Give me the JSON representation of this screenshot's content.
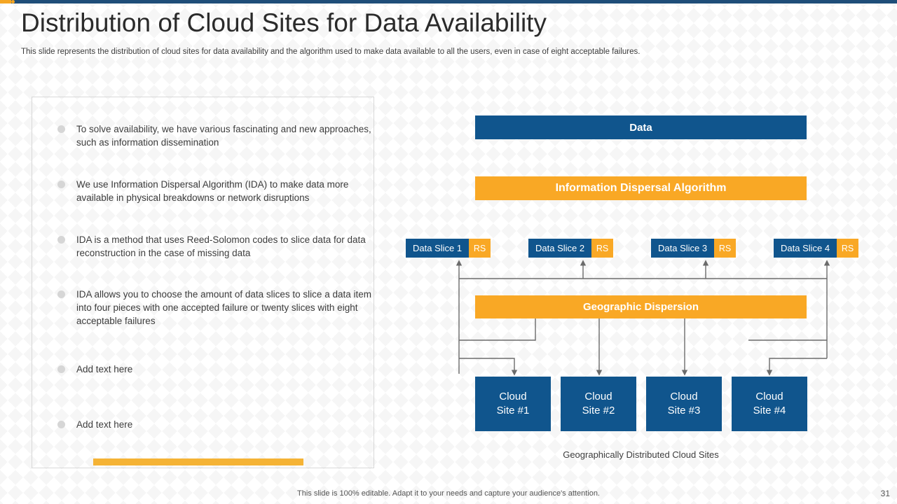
{
  "slide": {
    "title": "Distribution of Cloud Sites for Data Availability",
    "subtitle": "This slide represents the distribution of cloud sites for data availability and the algorithm used to make data available to all the users, even in case of eight acceptable failures.",
    "footer_note": "This slide is 100% editable. Adapt it to your needs and capture your audience's attention.",
    "page_number": "31"
  },
  "colors": {
    "blue": "#10558d",
    "orange": "#f9a825",
    "accent_bar": "#1f4e79",
    "underline": "#f5b335"
  },
  "bullets": [
    {
      "text": "To solve availability, we have various fascinating and new approaches, such as information dissemination"
    },
    {
      "text": "We use Information Dispersal Algorithm (IDA) to make data more available in physical breakdowns or network disruptions"
    },
    {
      "text": "IDA is a method that uses Reed-Solomon codes to slice data for data reconstruction in the case of missing data"
    },
    {
      "text": "IDA allows you to choose the amount of data slices to slice a data item into four pieces with one accepted failure or twenty slices with eight acceptable failures"
    },
    {
      "text": "Add text here"
    },
    {
      "text": "Add text here"
    }
  ],
  "diagram": {
    "data_bar": "Data",
    "ida_bar": "Information Dispersal Algorithm",
    "geo_bar": "Geographic Dispersion",
    "slices": [
      {
        "label": "Data Slice 1",
        "tag": "RS"
      },
      {
        "label": "Data Slice 2",
        "tag": "RS"
      },
      {
        "label": "Data Slice 3",
        "tag": "RS"
      },
      {
        "label": "Data Slice 4",
        "tag": "RS"
      }
    ],
    "cloud_sites": [
      {
        "line1": "Cloud",
        "line2": "Site #1"
      },
      {
        "line1": "Cloud",
        "line2": "Site #2"
      },
      {
        "line1": "Cloud",
        "line2": "Site #3"
      },
      {
        "line1": "Cloud",
        "line2": "Site #4"
      }
    ],
    "caption": "Geographically Distributed Cloud Sites"
  }
}
